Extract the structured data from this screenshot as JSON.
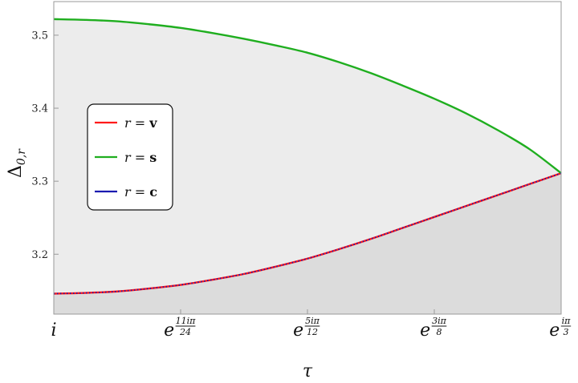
{
  "chart_data": {
    "type": "line",
    "xlabel": "τ",
    "ylabel": "Δ",
    "ylabel_sub": "0,r",
    "xlim": [
      0,
      4
    ],
    "ylim": [
      3.118,
      3.546
    ],
    "y_ticks": [
      {
        "value": 3.2,
        "label": "3.2"
      },
      {
        "value": 3.3,
        "label": "3.3"
      },
      {
        "value": 3.4,
        "label": "3.4"
      },
      {
        "value": 3.5,
        "label": "3.5"
      }
    ],
    "x_ticks": [
      {
        "value": 0,
        "base": "i",
        "num": "",
        "den": ""
      },
      {
        "value": 1,
        "base": "e",
        "num": "11iπ",
        "den": "24"
      },
      {
        "value": 2,
        "base": "e",
        "num": "5iπ",
        "den": "12"
      },
      {
        "value": 3,
        "base": "e",
        "num": "3iπ",
        "den": "8"
      },
      {
        "value": 4,
        "base": "e",
        "num": "iπ",
        "den": "3"
      }
    ],
    "x": [
      0,
      0.25,
      0.5,
      0.75,
      1,
      1.25,
      1.5,
      1.75,
      2,
      2.25,
      2.5,
      2.75,
      3,
      3.25,
      3.5,
      3.75,
      4
    ],
    "series": [
      {
        "key": "v",
        "name_lhs": "r = ",
        "name_rhs": "v",
        "color": "#ff1a1a",
        "dashed": false,
        "values": [
          3.146,
          3.147,
          3.149,
          3.153,
          3.158,
          3.165,
          3.173,
          3.183,
          3.194,
          3.207,
          3.221,
          3.236,
          3.251,
          3.266,
          3.281,
          3.296,
          3.311
        ]
      },
      {
        "key": "s",
        "name_lhs": "r = ",
        "name_rhs": "s",
        "color": "#1fae1f",
        "dashed": false,
        "values": [
          3.522,
          3.521,
          3.519,
          3.515,
          3.51,
          3.503,
          3.495,
          3.486,
          3.476,
          3.463,
          3.448,
          3.431,
          3.413,
          3.393,
          3.37,
          3.344,
          3.311
        ]
      },
      {
        "key": "c",
        "name_lhs": "r = ",
        "name_rhs": "c",
        "color": "#1a1ab0",
        "dashed": true,
        "values": [
          3.146,
          3.147,
          3.149,
          3.153,
          3.158,
          3.165,
          3.173,
          3.183,
          3.194,
          3.207,
          3.221,
          3.236,
          3.251,
          3.266,
          3.281,
          3.296,
          3.311
        ]
      }
    ],
    "fill_colors": {
      "between": "#ececec",
      "below": "#dcdcdc"
    },
    "legend_position": "left-middle",
    "grid": false
  }
}
